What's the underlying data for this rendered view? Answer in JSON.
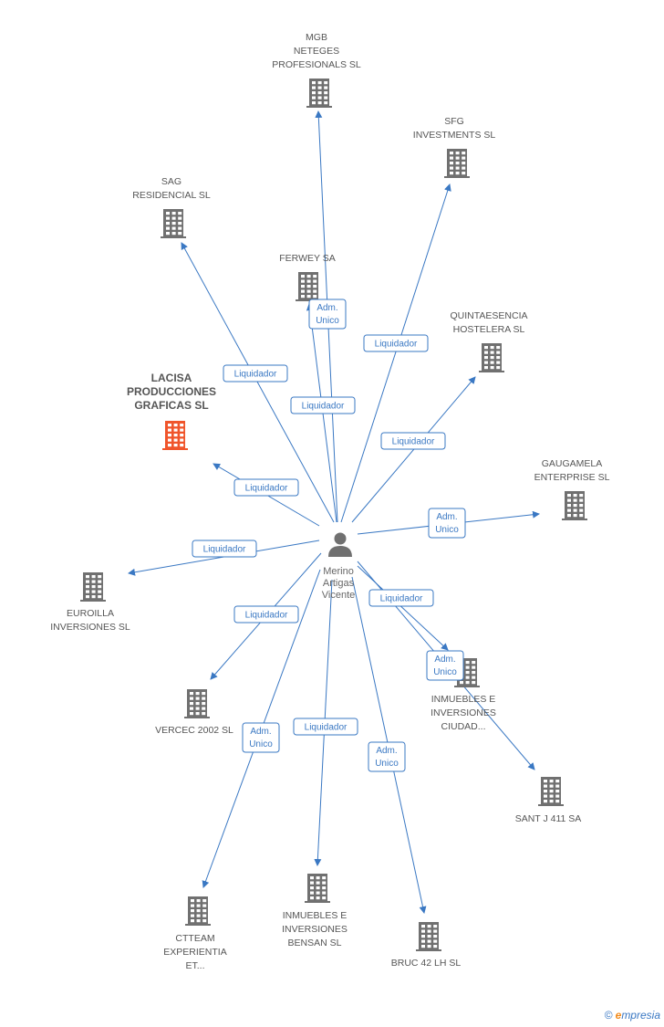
{
  "colors": {
    "edge": "#3a78c3",
    "building": "#707070",
    "focus_building": "#f0552b",
    "person": "#707070",
    "label_border": "#3a78c3"
  },
  "person": {
    "lines": [
      "Merino",
      "Artigas",
      "Vicente"
    ],
    "icon": "person-icon"
  },
  "nodes": [
    {
      "id": "mgb",
      "lines": [
        "MGB",
        "NETEGES",
        "PROFESIONALS SL"
      ],
      "focus": false
    },
    {
      "id": "sfg",
      "lines": [
        "SFG",
        "INVESTMENTS SL"
      ],
      "focus": false
    },
    {
      "id": "sag",
      "lines": [
        "SAG",
        "RESIDENCIAL SL"
      ],
      "focus": false
    },
    {
      "id": "ferwey",
      "lines": [
        "FERWEY SA"
      ],
      "focus": false
    },
    {
      "id": "quintaesencia",
      "lines": [
        "QUINTAESENCIA",
        "HOSTELERA SL"
      ],
      "focus": false
    },
    {
      "id": "lacisa",
      "lines": [
        "LACISA",
        "PRODUCCIONES",
        "GRAFICAS SL"
      ],
      "focus": true
    },
    {
      "id": "gaugamela",
      "lines": [
        "GAUGAMELA",
        "ENTERPRISE SL"
      ],
      "focus": false
    },
    {
      "id": "euroilla",
      "lines": [
        "EUROILLA",
        "INVERSIONES SL"
      ],
      "focus": false
    },
    {
      "id": "inmuebles_ciudad",
      "lines": [
        "INMUEBLES E",
        "INVERSIONES",
        "CIUDAD..."
      ],
      "focus": false
    },
    {
      "id": "vercec",
      "lines": [
        "VERCEC 2002 SL"
      ],
      "focus": false
    },
    {
      "id": "santj",
      "lines": [
        "SANT J 411 SA"
      ],
      "focus": false
    },
    {
      "id": "ctteam",
      "lines": [
        "CTTEAM",
        "EXPERIENTIA",
        "ET..."
      ],
      "focus": false
    },
    {
      "id": "inmuebles_bensan",
      "lines": [
        "INMUEBLES E",
        "INVERSIONES",
        "BENSAN SL"
      ],
      "focus": false
    },
    {
      "id": "bruc",
      "lines": [
        "BRUC 42 LH SL"
      ],
      "focus": false
    }
  ],
  "edges": [
    {
      "target": "mgb",
      "lines": [
        "Adm.",
        "Unico"
      ]
    },
    {
      "target": "sfg",
      "lines": [
        "Liquidador"
      ]
    },
    {
      "target": "sag",
      "lines": [
        "Liquidador"
      ]
    },
    {
      "target": "ferwey",
      "lines": [
        "Liquidador"
      ]
    },
    {
      "target": "quintaesencia",
      "lines": [
        "Liquidador"
      ]
    },
    {
      "target": "lacisa",
      "lines": [
        "Liquidador"
      ]
    },
    {
      "target": "gaugamela",
      "lines": [
        "Adm.",
        "Unico"
      ]
    },
    {
      "target": "euroilla",
      "lines": [
        "Liquidador"
      ]
    },
    {
      "target": "inmuebles_ciudad",
      "lines": [
        "Adm.",
        "Unico"
      ]
    },
    {
      "target": "vercec",
      "lines": [
        "Liquidador"
      ]
    },
    {
      "target": "santj",
      "lines": [
        "Liquidador"
      ]
    },
    {
      "target": "ctteam",
      "lines": [
        "Adm.",
        "Unico"
      ]
    },
    {
      "target": "inmuebles_bensan",
      "lines": [
        "Liquidador"
      ]
    },
    {
      "target": "bruc",
      "lines": [
        "Adm.",
        "Unico"
      ]
    }
  ],
  "footer": {
    "copyright": "©",
    "brand_first": "e",
    "brand_rest": "mpresia"
  }
}
